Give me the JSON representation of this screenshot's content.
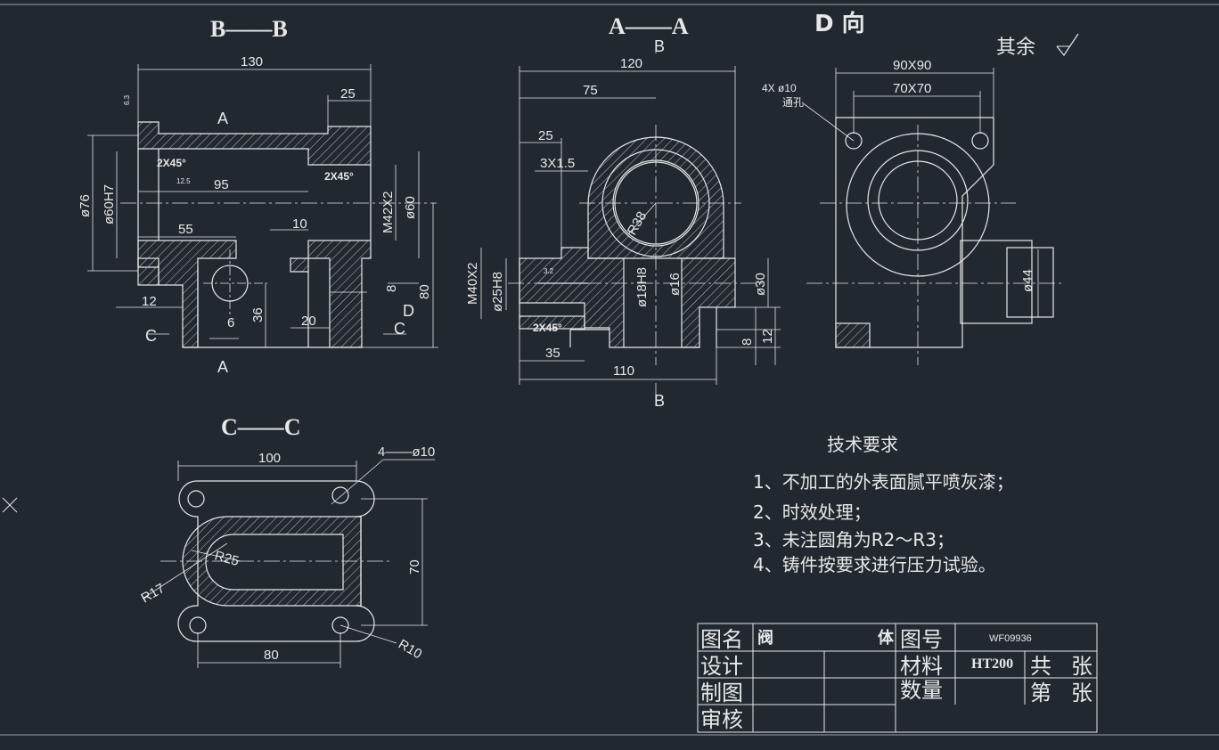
{
  "views": {
    "bb_title": "B——B",
    "aa_title": "A——A",
    "d_title": "D 向",
    "cc_title": "C——C",
    "others_roughness": "其余"
  },
  "dims_bb": {
    "d130": "130",
    "d25": "25",
    "d95": "95",
    "d55": "55",
    "d10": "10",
    "d12": "12",
    "d6": "6",
    "d36": "36",
    "d20": "20",
    "d8": "8",
    "d80": "80",
    "phi76": "ø76",
    "phi60h7": "ø60H7",
    "m42": "M42X2",
    "phi60": "ø60",
    "ch1": "2X45°",
    "ch2": "2X45°",
    "ra": "12.5",
    "ra63": "6.3",
    "sec_a": "A",
    "sec_c1": "C",
    "sec_c2": "C",
    "sec_d": "D"
  },
  "dims_aa": {
    "d120": "120",
    "d75": "75",
    "d25": "25",
    "d3x15": "3X1.5",
    "r38": "R38",
    "m40": "M40X2",
    "phi25h8": "ø25H8",
    "phi18h8": "ø18H8",
    "phi16": "ø16",
    "phi30": "ø30",
    "d35": "35",
    "d110": "110",
    "d8": "8",
    "d12": "12",
    "ch": "2X45°",
    "sec_b": "B",
    "ra32": "3.2"
  },
  "dims_d": {
    "d90": "90X90",
    "d70": "70X70",
    "holes": "4X ø10",
    "thru": "通孔",
    "phi44": "ø44"
  },
  "dims_cc": {
    "d100": "100",
    "holes": "4——ø10",
    "r25": "R25",
    "r17": "R17",
    "d70": "70",
    "d80": "80",
    "r10": "R10"
  },
  "requirements": {
    "title": "技术要求",
    "items": [
      "1、不加工的外表面腻平喷灰漆；",
      "2、时效处理；",
      "3、未注圆角为R2～R3；",
      "4、铸件按要求进行压力试验。"
    ]
  },
  "title_block": {
    "name_label": "图名",
    "name_value_1": "阀",
    "name_value_2": "体",
    "drawing_no_label": "图号",
    "drawing_no": "WF09936",
    "design": "设计",
    "material_label": "材料",
    "material": "HT200",
    "total_1": "共",
    "total_2": "张",
    "drafted": "制图",
    "quantity": "数量",
    "sheet_1": "第",
    "sheet_2": "张",
    "review": "审核"
  },
  "colors": {
    "background": "#212830",
    "line": "#e8e8e8",
    "hatch": "#bdbdbd"
  }
}
